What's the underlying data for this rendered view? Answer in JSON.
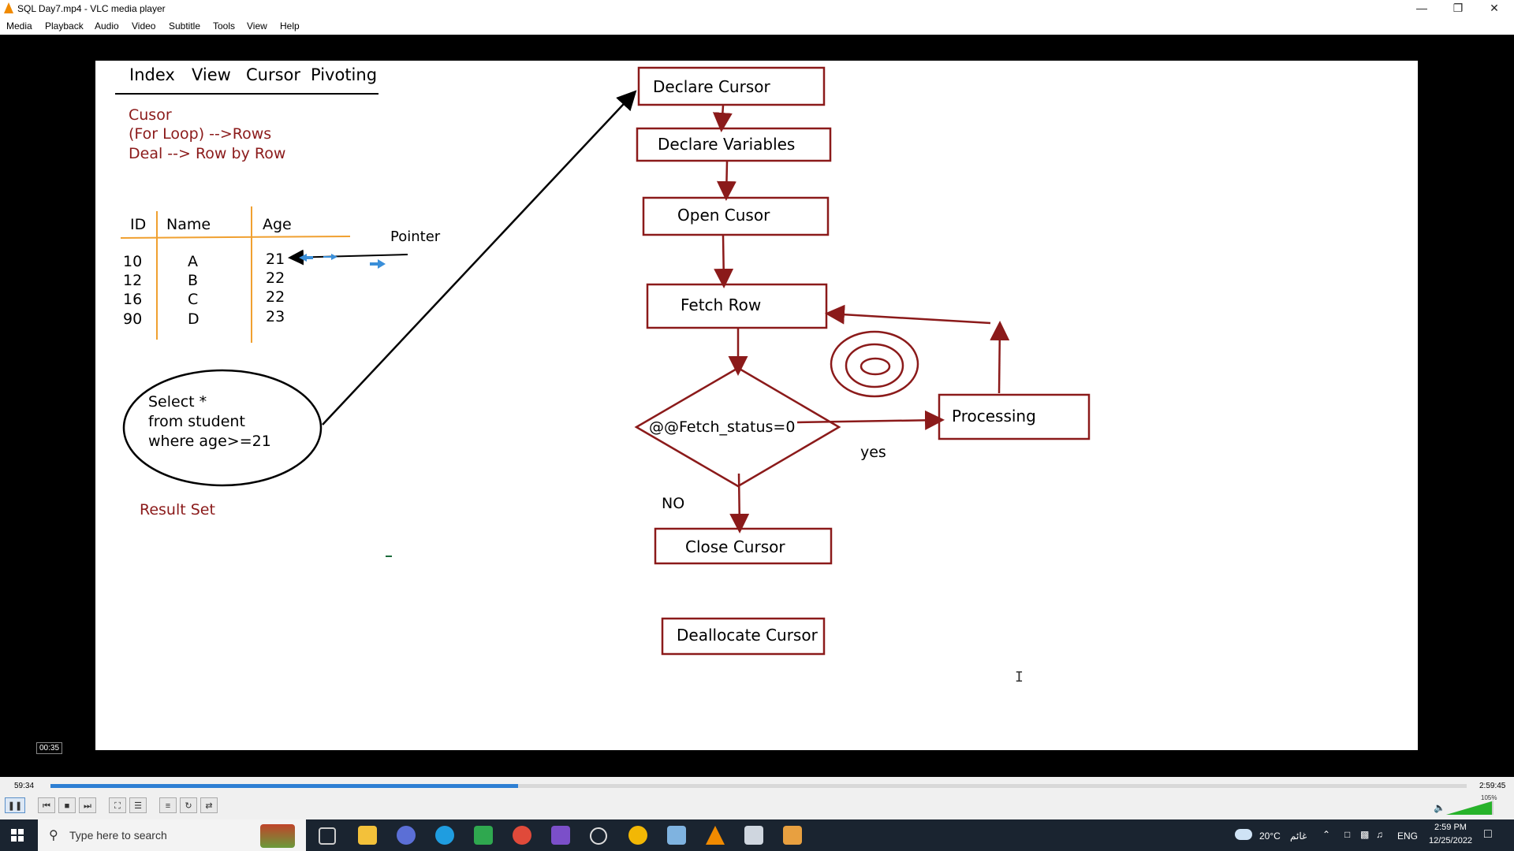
{
  "window": {
    "title": "SQL Day7.mp4 - VLC media player"
  },
  "menu": [
    "Media",
    "Playback",
    "Audio",
    "Video",
    "Subtitle",
    "Tools",
    "View",
    "Help"
  ],
  "slide": {
    "tabs": [
      "Index",
      "View",
      "Cursor",
      "Pivoting"
    ],
    "notes": [
      "Cusor",
      "(For Loop) -->Rows",
      "Deal --> Row by Row"
    ],
    "table": {
      "headers": [
        "ID",
        "Name",
        "Age"
      ],
      "rows": [
        [
          "10",
          "A",
          "21"
        ],
        [
          "12",
          "B",
          "22"
        ],
        [
          "16",
          "C",
          "22"
        ],
        [
          "90",
          "D",
          "23"
        ]
      ]
    },
    "pointer_label": "Pointer",
    "query": [
      "Select *",
      "from student",
      "where age>=21"
    ],
    "result_label": "Result Set",
    "flow": {
      "declare_cursor": "Declare Cursor",
      "declare_variables": "Declare Variables",
      "open_cursor": "Open Cusor",
      "fetch_row": "Fetch Row",
      "condition": "@@Fetch_status=0",
      "processing": "Processing",
      "yes": "yes",
      "no": "NO",
      "close_cursor": "Close Cursor",
      "deallocate_cursor": "Deallocate Cursor"
    },
    "colors": {
      "flow": "#8b1a1a",
      "notes": "#8b1a1a",
      "table_lines": "#f0a030"
    }
  },
  "player": {
    "hover_time": "00:35",
    "elapsed": "59:34",
    "total": "2:59:45",
    "progress_fraction": 0.33,
    "volume": "105%"
  },
  "taskbar": {
    "search_placeholder": "Type here to search",
    "weather": "20°C",
    "weather_text": "غائم",
    "language": "ENG",
    "time": "2:59 PM",
    "date": "12/25/2022"
  }
}
